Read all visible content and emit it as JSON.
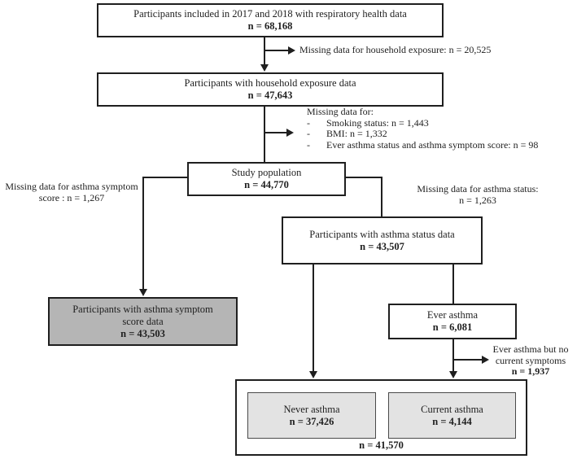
{
  "figure": {
    "type": "flowchart",
    "bullet_char": "-",
    "boxes": {
      "included": {
        "label": "Participants included in 2017 and 2018 with respiratory health data",
        "n": "n = 68,168"
      },
      "household": {
        "label": "Participants with household exposure data",
        "n": "n = 47,643"
      },
      "study_population": {
        "label": "Study population",
        "n": "n = 44,770"
      },
      "asthma_status": {
        "label": "Participants with asthma status data",
        "n": "n = 43,507"
      },
      "symptom_score": {
        "label_line1": "Participants with asthma symptom",
        "label_line2": "score data",
        "n": "n = 43,503"
      },
      "ever_asthma": {
        "label": "Ever asthma",
        "n": "n = 6,081"
      },
      "never_asthma": {
        "label": "Never asthma",
        "n": "n = 37,426"
      },
      "current_asthma": {
        "label": "Current asthma",
        "n": "n = 4,144"
      },
      "combined_total": {
        "n": "n = 41,570"
      }
    },
    "annotations": {
      "missing_household": "Missing data for household exposure: n = 20,525",
      "missing_multi": {
        "title": "Missing data for:",
        "items": [
          "Smoking status: n = 1,443",
          "BMI: n = 1,332",
          "Ever asthma status and asthma symptom score: n = 98"
        ]
      },
      "missing_symptom": {
        "line1": "Missing data for asthma symptom",
        "line2": "score : n = 1,267"
      },
      "missing_status": {
        "line1": "Missing data for asthma status:",
        "line2": "n = 1,263"
      },
      "ever_no_current": {
        "line1": "Ever asthma but no",
        "line2": "current symptoms",
        "n": "n = 1,937"
      }
    },
    "colors": {
      "ink": "#1f1f1f",
      "gray_fill": "#b5b5b5",
      "light_gray_fill": "#e3e3e3",
      "background": "#ffffff"
    }
  }
}
